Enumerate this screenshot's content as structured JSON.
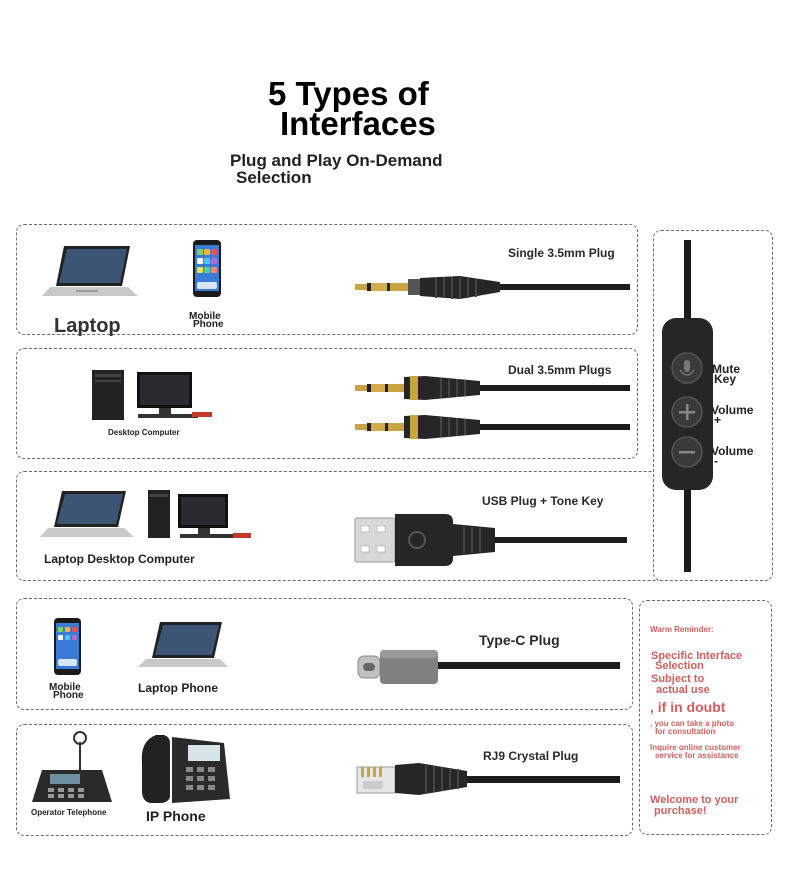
{
  "header": {
    "title_line1": "5 Types of",
    "title_line2": "Interfaces",
    "subtitle_line1": "Plug and Play On-Demand",
    "subtitle_line2": "Selection"
  },
  "rows": {
    "single": {
      "plug_label": "Single 3.5mm Plug",
      "device1": "Laptop",
      "device2_line1": "Mobile",
      "device2_line2": "Phone"
    },
    "dual": {
      "plug_label": "Dual 3.5mm Plugs",
      "device1": "Desktop Computer"
    },
    "usb": {
      "plug_label": "USB Plug + Tone Key",
      "devices": "Laptop Desktop Computer"
    },
    "typec": {
      "plug_label": "Type-C Plug",
      "device1_line1": "Mobile",
      "device1_line2": "Phone",
      "device2": "Laptop Phone"
    },
    "rj9": {
      "plug_label": "RJ9 Crystal Plug",
      "device1": "Operator Telephone",
      "device2": "IP Phone"
    }
  },
  "controller": {
    "mute_line1": "Mute",
    "mute_line2": "Key",
    "vol_up_line1": "Volume",
    "vol_up_line2": "+",
    "vol_down_line1": "Volume",
    "vol_down_line2": "-"
  },
  "reminder": {
    "heading": "Warm Reminder:",
    "line1a": "Specific Interface",
    "line1b": "Selection",
    "line2a": "Subject to",
    "line2b": "actual use",
    "line3": ", if in doubt",
    "line4a": ", you can take a photo",
    "line4b": "for consultation",
    "line5a": "Inquire online customer",
    "line5b": "service for assistance",
    "line6a": "Welcome to your",
    "line6b": "purchase!"
  },
  "colors": {
    "reminder_text": "#d06060",
    "panel_border": "#6b6b6b",
    "cable": "#1c1c1c",
    "gold": "#c9a443"
  }
}
